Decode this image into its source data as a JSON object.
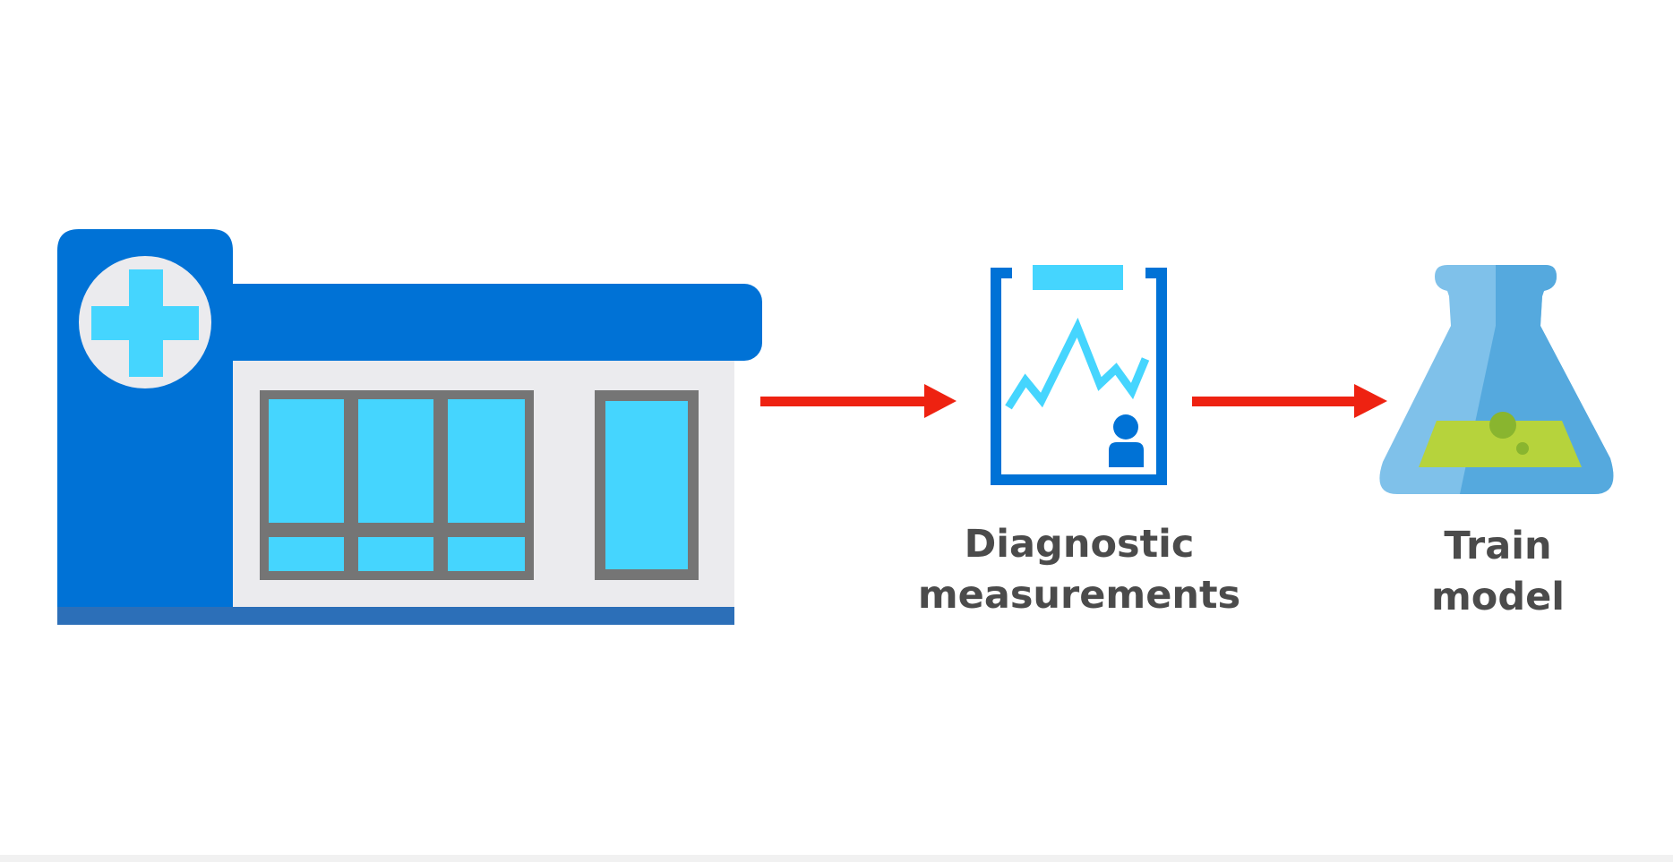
{
  "diagram": {
    "nodes": [
      {
        "id": "hospital",
        "icon": "hospital-icon"
      },
      {
        "id": "diagnostic",
        "icon": "clipboard-chart-icon",
        "label_lines": [
          "Diagnostic",
          "measurements"
        ]
      },
      {
        "id": "train",
        "icon": "flask-icon",
        "label_lines": [
          "Train",
          "model"
        ]
      }
    ],
    "edges": [
      {
        "from": "hospital",
        "to": "diagnostic"
      },
      {
        "from": "diagnostic",
        "to": "train"
      }
    ]
  },
  "colors": {
    "hospital_blue": "#0072d6",
    "light_blue": "#45d5fe",
    "window_frame": "#757575",
    "wall": "#ebebee",
    "arrow_red": "#ee2211",
    "label_text": "#4b4b4b",
    "flask_blue": "#5aafe3",
    "liquid_green": "#b6d33c"
  }
}
